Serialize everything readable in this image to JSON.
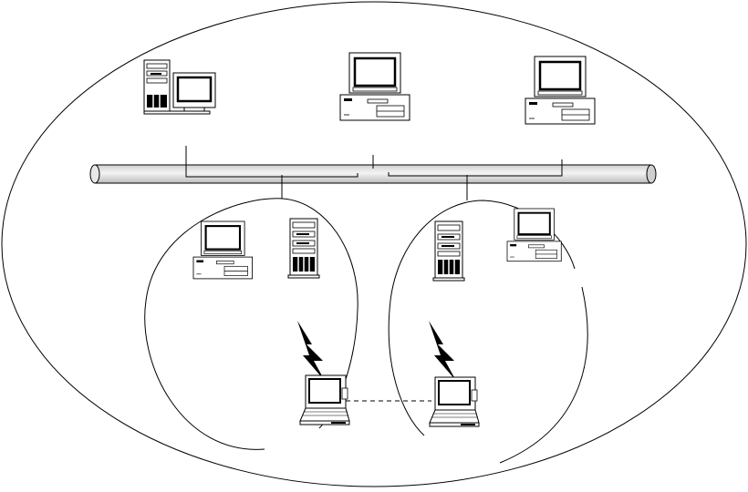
{
  "diagram": {
    "description_text": "",
    "line_color": "#000000",
    "background_color": "#ffffff",
    "backbone_fill": "#e6e6e6",
    "nodes": [
      {
        "id": "tower-desktop-top-left",
        "icon": "tower-pc-with-monitor-icon"
      },
      {
        "id": "desktop-top-center",
        "icon": "desktop-pc-icon"
      },
      {
        "id": "desktop-top-right",
        "icon": "desktop-pc-icon"
      },
      {
        "id": "desktop-cell-left",
        "icon": "desktop-pc-icon"
      },
      {
        "id": "server-cell-left",
        "icon": "tower-server-icon"
      },
      {
        "id": "server-cell-right",
        "icon": "tower-server-icon"
      },
      {
        "id": "desktop-cell-right",
        "icon": "desktop-pc-icon"
      },
      {
        "id": "laptop-cell-left",
        "icon": "laptop-icon"
      },
      {
        "id": "laptop-cell-right",
        "icon": "laptop-icon"
      }
    ],
    "links": [
      {
        "from": "tower-desktop-top-left",
        "to": "backbone",
        "style": "solid"
      },
      {
        "from": "desktop-top-center",
        "to": "backbone",
        "style": "solid"
      },
      {
        "from": "desktop-top-right",
        "to": "backbone",
        "style": "solid"
      },
      {
        "from": "server-cell-left",
        "to": "backbone",
        "style": "solid"
      },
      {
        "from": "server-cell-right",
        "to": "backbone",
        "style": "solid"
      },
      {
        "from": "server-cell-left",
        "to": "laptop-cell-left",
        "style": "wireless"
      },
      {
        "from": "server-cell-right",
        "to": "laptop-cell-right",
        "style": "wireless"
      },
      {
        "from": "laptop-cell-left",
        "to": "laptop-cell-right",
        "style": "dashed"
      }
    ]
  }
}
